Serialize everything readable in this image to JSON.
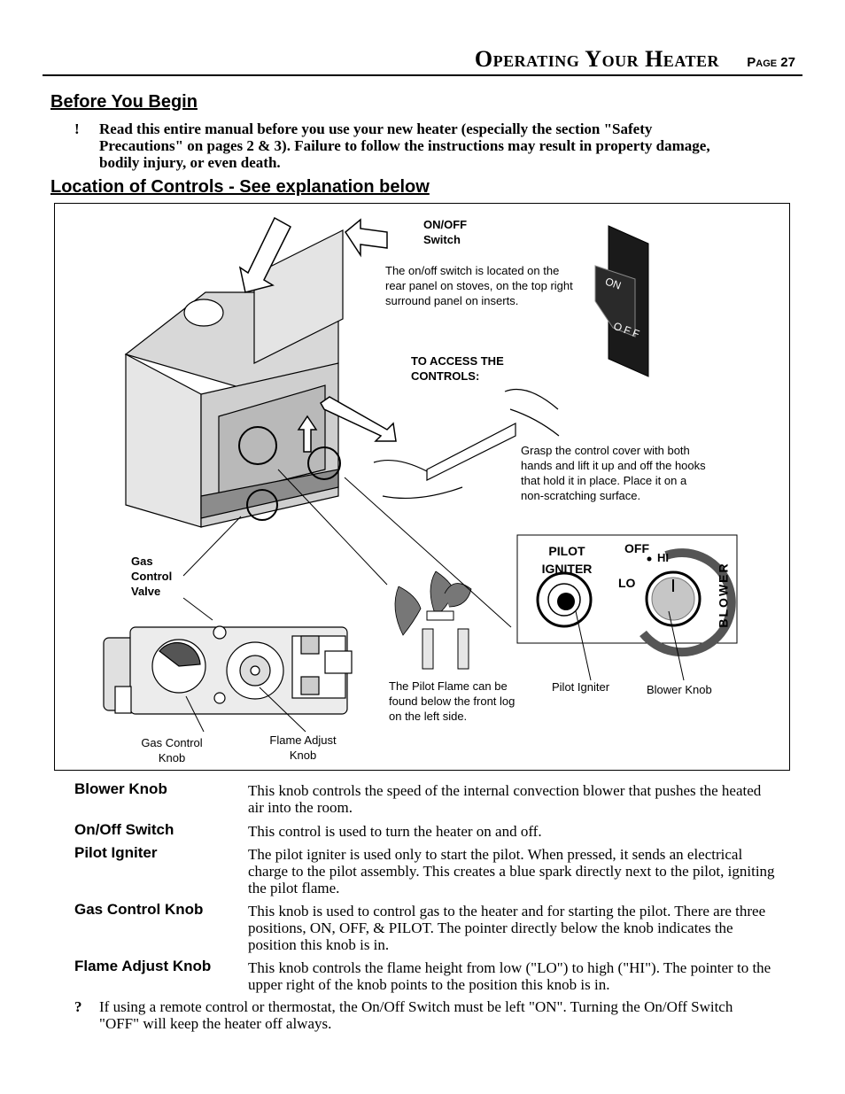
{
  "header": {
    "title": "Operating Your Heater",
    "page": "Page 27"
  },
  "before": {
    "heading": "Before You Begin",
    "mark": "!",
    "text": "Read this entire manual before you use your new heater (especially the section \"Safety Precautions\" on pages 2 & 3).  Failure to follow the instructions may result in property damage, bodily injury, or even death."
  },
  "location": {
    "heading": "Location of Controls - See explanation below"
  },
  "figure": {
    "onoff_title": "ON/OFF\nSwitch",
    "onoff_desc": "The on/off switch is located on the rear panel on stoves, on the top right surround panel on inserts.",
    "switch_on": "ON",
    "switch_off": "OFF",
    "access_title": "TO ACCESS THE CONTROLS:",
    "access_desc": "Grasp the control cover with both hands and lift it up and off the hooks that hold it in place.  Place it on a non-scratching surface.",
    "gas_valve": "Gas\nControl\nValve",
    "panel_pilot": "PILOT\nIGNITER",
    "panel_off": "OFF",
    "panel_hi": "HI",
    "panel_lo": "LO",
    "panel_blower": "BLOWER",
    "pilot_flame": "The Pilot Flame can be found below the front log on the left side.",
    "pilot_igniter": "Pilot Igniter",
    "blower_knob": "Blower Knob",
    "gas_knob": "Gas Control\nKnob",
    "flame_knob": "Flame Adjust\nKnob"
  },
  "definitions": [
    {
      "term": "Blower Knob",
      "text": "This knob controls the speed of the internal convection blower that pushes the heated air into the room."
    },
    {
      "term": "On/Off Switch",
      "text": "This control is used to turn the heater on and off."
    },
    {
      "term": "Pilot Igniter",
      "text": "The pilot igniter is used only to start the pilot.  When pressed, it sends an electrical charge to the pilot assembly.  This creates a blue spark directly next to the pilot, igniting the pilot flame."
    },
    {
      "term": "Gas Control Knob",
      "text": "This knob is used to control gas to the heater and for starting the pilot.  There are three positions, ON, OFF, & PILOT.  The pointer directly below the knob indicates the position this knob is in."
    },
    {
      "term": "Flame Adjust Knob",
      "text": "This knob controls the flame height from low (\"LO\") to high (\"HI\").  The pointer to the upper right of the knob points to the position this knob is in."
    }
  ],
  "note": {
    "mark": "?",
    "text": "If using a remote control or thermostat, the On/Off Switch must be left \"ON\".  Turning the On/Off Switch \"OFF\" will keep the heater off always."
  }
}
